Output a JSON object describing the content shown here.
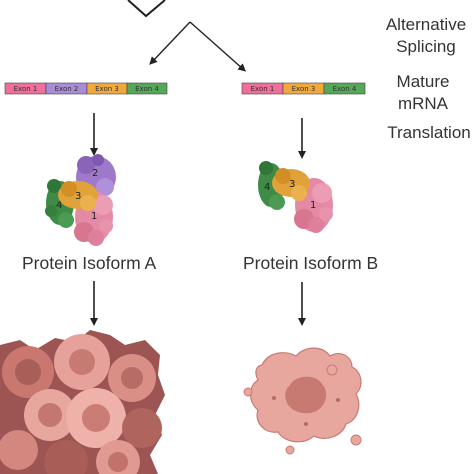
{
  "steps": {
    "alternative_splicing": "Alternative\nSplicing",
    "mature_mrna": "Mature\nmRNA",
    "translation": "Translation"
  },
  "mrna_a": {
    "exons": [
      {
        "label": "Exon 1",
        "color": "#f06e9a"
      },
      {
        "label": "Exon 2",
        "color": "#a98bd6"
      },
      {
        "label": "Exon 3",
        "color": "#f2a93b"
      },
      {
        "label": "Exon 4",
        "color": "#55a85a"
      }
    ]
  },
  "mrna_b": {
    "exons": [
      {
        "label": "Exon 1",
        "color": "#f06e9a"
      },
      {
        "label": "Exon 3",
        "color": "#f2a93b"
      },
      {
        "label": "Exon 4",
        "color": "#55a85a"
      }
    ]
  },
  "protein_a": {
    "domains": [
      "1",
      "2",
      "3",
      "4"
    ],
    "label": "Protein Isoform A"
  },
  "protein_b": {
    "domains": [
      "1",
      "3",
      "4"
    ],
    "label": "Protein Isoform B"
  },
  "colors": {
    "domain_1": "#e58aa5",
    "domain_2": "#9e78c9",
    "domain_3": "#e2a23a",
    "domain_4": "#3f8a47",
    "cell_dark": "#9c5552",
    "cell_light": "#e6a29a",
    "cell_nucleus": "#c77a72",
    "arrow": "#222222"
  },
  "icons": [
    "splice-arrow-icon",
    "arrow-down-icon",
    "cell-cluster-icon",
    "degraded-cell-icon"
  ]
}
